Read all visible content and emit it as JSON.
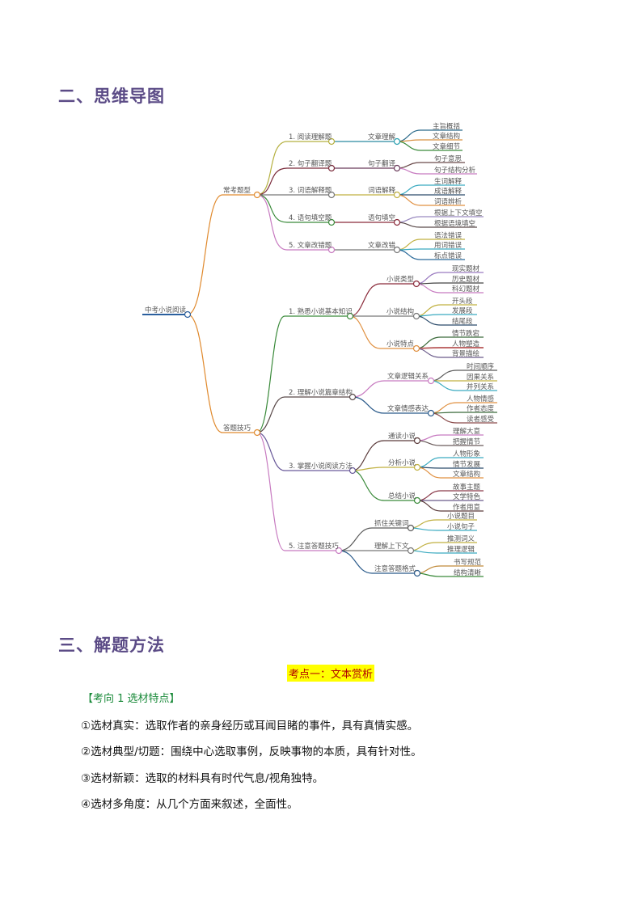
{
  "section2": {
    "title": "二、思维导图"
  },
  "mindmap": {
    "root": "中考小说阅读",
    "branches": [
      {
        "label": "常考题型",
        "children": [
          {
            "label": "1. 阅读理解题",
            "sub": "文章理解",
            "leaves": [
              "主旨概括",
              "文章结构",
              "文章细节"
            ]
          },
          {
            "label": "2. 句子翻译题",
            "sub": "句子翻译",
            "leaves": [
              "句子意思",
              "句子结构分析"
            ]
          },
          {
            "label": "3. 词语解释题",
            "sub": "词语解释",
            "leaves": [
              "生词解释",
              "成语解释",
              "词语辨析"
            ]
          },
          {
            "label": "4. 语句填空题",
            "sub": "语句填空",
            "leaves": [
              "根据上下文填空",
              "根据语境填空"
            ]
          },
          {
            "label": "5. 文章改错题",
            "sub": "文章改错",
            "leaves": [
              "语法错误",
              "用词错误",
              "标点错误"
            ]
          }
        ]
      },
      {
        "label": "答题技巧",
        "children": [
          {
            "label": "1. 熟悉小说基本知识",
            "subs": [
              {
                "label": "小说类型",
                "leaves": [
                  "现实题材",
                  "历史题材",
                  "科幻题材"
                ]
              },
              {
                "label": "小说结构",
                "leaves": [
                  "开头段",
                  "发展段",
                  "结尾段"
                ]
              },
              {
                "label": "小说特点",
                "leaves": [
                  "情节跌宕",
                  "人物塑造",
                  "背景描绘"
                ]
              }
            ]
          },
          {
            "label": "2. 理解小说篇章结构",
            "subs": [
              {
                "label": "文章逻辑关系",
                "leaves": [
                  "时间顺序",
                  "因果关系",
                  "并列关系"
                ]
              },
              {
                "label": "文章情感表达",
                "leaves": [
                  "人物情感",
                  "作者态度",
                  "读者感受"
                ]
              }
            ]
          },
          {
            "label": "3. 掌握小说阅读方法",
            "subs": [
              {
                "label": "通读小说",
                "leaves": [
                  "理解大意",
                  "把握情节"
                ]
              },
              {
                "label": "分析小说",
                "leaves": [
                  "人物形象",
                  "情节发展",
                  "文章结构"
                ]
              },
              {
                "label": "总结小说",
                "leaves": [
                  "故事主题",
                  "文学特色",
                  "作者用意"
                ]
              }
            ]
          },
          {
            "label": "5. 注意答题技巧",
            "subs": [
              {
                "label": "抓住关键词",
                "leaves": [
                  "小说题目",
                  "小说句子"
                ]
              },
              {
                "label": "理解上下文",
                "leaves": [
                  "推测词义",
                  "推理逻辑"
                ]
              },
              {
                "label": "注意答题格式",
                "leaves": [
                  "书写规范",
                  "结构清晰"
                ]
              }
            ]
          }
        ]
      }
    ]
  },
  "section3": {
    "title": "三、解题方法",
    "kaodian": "考点一：文本赏析",
    "kaoxiang": "【考向 1 选材特点】",
    "items": [
      "①选材真实：选取作者的亲身经历或耳闻目睹的事件，具有真情实感。",
      "②选材典型/切题：围绕中心选取事例，反映事物的本质，具有针对性。",
      "③选材新颖：选取的材料具有时代气息/视角独特。",
      "④选材多角度：从几个方面来叙述，全面性。"
    ]
  },
  "colors": {
    "heading": "#5b4b86",
    "highlight": "#ffff00",
    "kaodian_text": "#b00000",
    "kaoxiang_text": "#1a8a3a"
  }
}
